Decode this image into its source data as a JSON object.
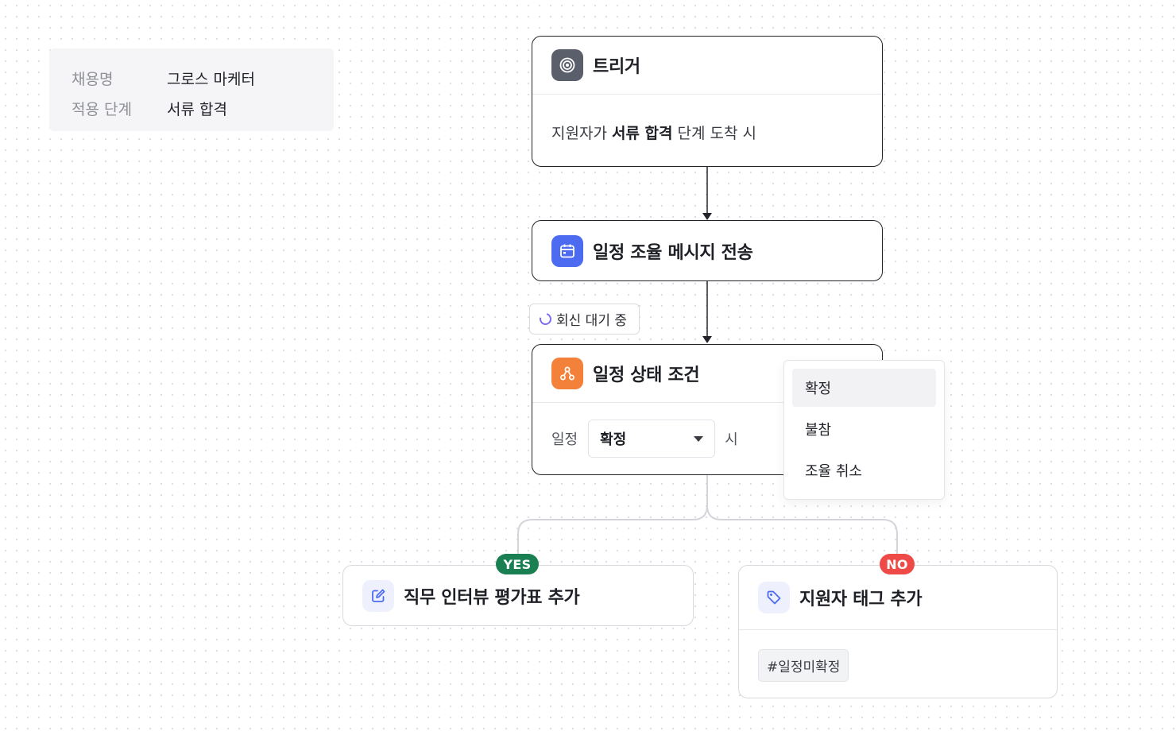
{
  "info_card": {
    "rows": [
      {
        "label": "채용명",
        "value": "그로스 마케터"
      },
      {
        "label": "적용 단계",
        "value": "서류 합격"
      }
    ]
  },
  "trigger_node": {
    "icon": "target-icon",
    "title": "트리거",
    "desc_prefix": "지원자가 ",
    "desc_bold": "서류 합격",
    "desc_suffix": " 단계 도착 시"
  },
  "schedule_node": {
    "icon": "calendar-icon",
    "title": "일정 조율 메시지 전송"
  },
  "pending_badge": {
    "icon": "spinner-icon",
    "label": "회신 대기 중"
  },
  "condition_node": {
    "icon": "branch-icon",
    "title": "일정 상태 조건",
    "prefix": "일정",
    "selected": "확정",
    "suffix": "시"
  },
  "condition_dropdown": {
    "options": [
      "확정",
      "불참",
      "조율 취소"
    ],
    "active_index": 0
  },
  "branches": {
    "yes_label": "YES",
    "no_label": "NO"
  },
  "yes_node": {
    "icon": "edit-icon",
    "title": "직무 인터뷰 평가표 추가"
  },
  "no_node": {
    "icon": "tag-icon",
    "title": "지원자 태그 추가",
    "tag_chip": "#일정미확정"
  },
  "colors": {
    "accent_blue": "#4c6bf1",
    "accent_orange": "#f4813a",
    "yes_green": "#1a7f53",
    "no_red": "#ee4b48",
    "spinner_purple": "#7b6df3"
  }
}
